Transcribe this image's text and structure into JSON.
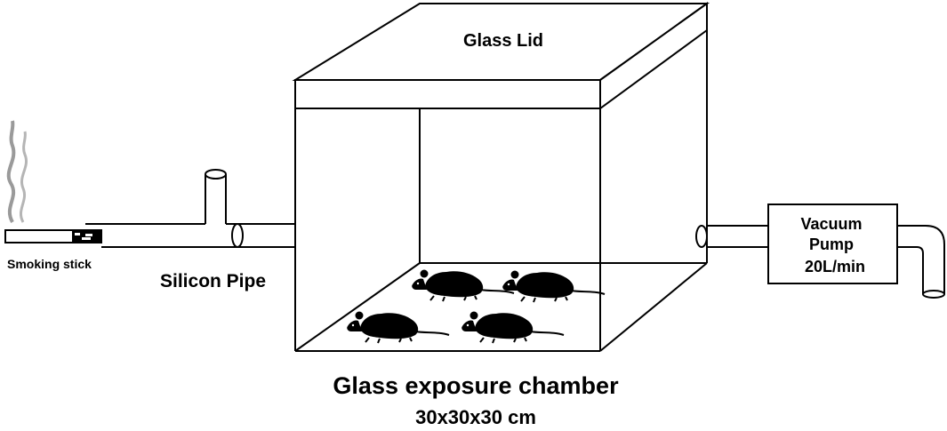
{
  "diagram": {
    "labels": {
      "glass_lid": "Glass Lid",
      "smoking_stick": "Smoking stick",
      "silicon_pipe": "Silicon Pipe",
      "vacuum_pump_line1": "Vacuum",
      "vacuum_pump_line2": "Pump",
      "vacuum_pump_rate": "20L/min",
      "chamber_title": "Glass exposure chamber",
      "chamber_size": "30x30x30 cm"
    },
    "components": [
      {
        "id": "smoking-stick",
        "icon": "cigarette-icon"
      },
      {
        "id": "smoke",
        "icon": "smoke-icon"
      },
      {
        "id": "silicon-pipe",
        "icon": "pipe-icon"
      },
      {
        "id": "glass-chamber",
        "icon": "cube-icon"
      },
      {
        "id": "mice",
        "icon": "mouse-icon",
        "count": 4
      },
      {
        "id": "vacuum-pump",
        "icon": "pump-box-icon"
      }
    ],
    "colors": {
      "line": "#000000",
      "background": "#ffffff",
      "smoke": "#9a9a9a"
    }
  }
}
